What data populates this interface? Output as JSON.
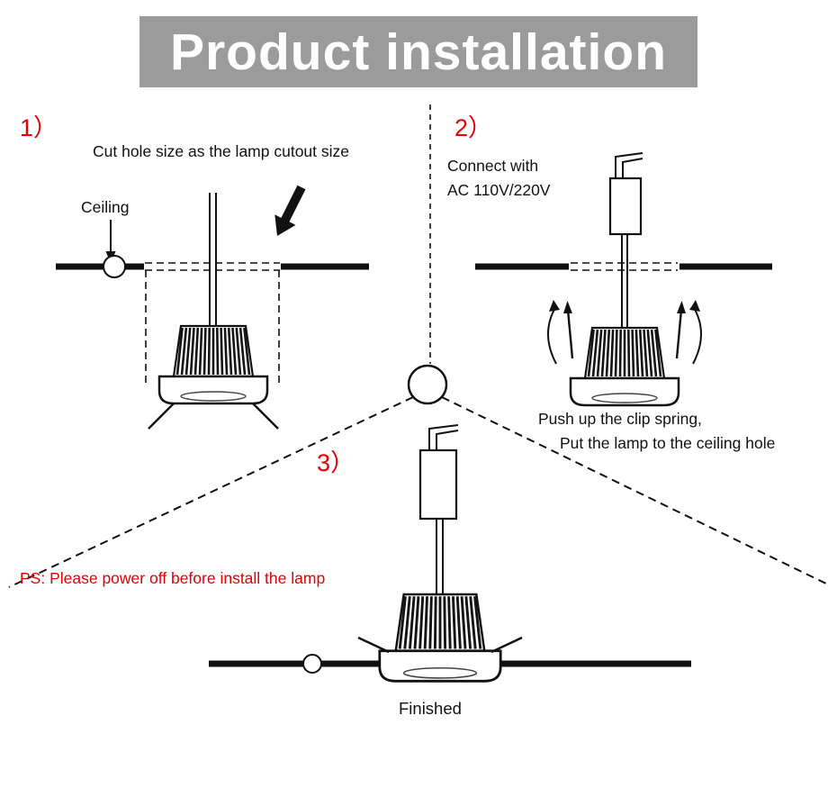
{
  "header": {
    "title": "Product installation"
  },
  "step1": {
    "number": "1）",
    "caption": "Cut hole size as the lamp cutout size",
    "ceiling_label": "Ceiling"
  },
  "step2": {
    "number": "2）",
    "caption_line1": "Connect with",
    "caption_line2": "AC 110V/220V",
    "note_line1": "Push up the clip spring,",
    "note_line2": "Put the lamp to the ceiling hole"
  },
  "step3": {
    "number": "3）",
    "warning": "PS: Please power off before install the lamp",
    "finished_label": "Finished"
  },
  "colors": {
    "header_background": "#9b9b9b",
    "header_text": "#ffffff",
    "step_number": "#e60000",
    "warning_text": "#e60000",
    "line_color": "#111111"
  }
}
